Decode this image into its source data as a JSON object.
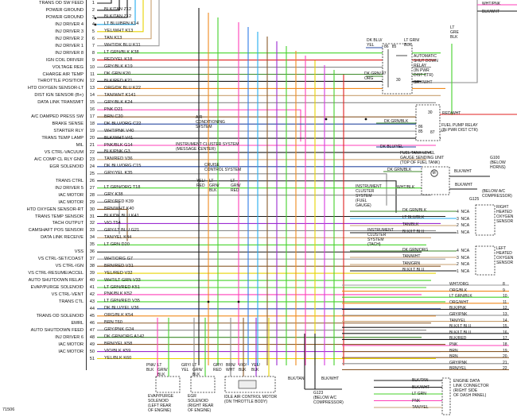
{
  "figure_id": "71506",
  "pins": [
    {
      "pin": "1",
      "signal": "TRANS OD SW FEED",
      "wire": "",
      "route": "T"
    },
    {
      "pin": "2",
      "signal": "POWER GROUND",
      "wire": "BLK/TAN  Z12",
      "route": "T"
    },
    {
      "pin": "3",
      "signal": "POWER GROUND",
      "wire": "BLK/TAN  Z12",
      "route": "T"
    },
    {
      "pin": "4",
      "signal": "INJ DRIVER 4",
      "wire": "LT BLU/BRN  K14",
      "route": "T"
    },
    {
      "pin": "5",
      "signal": "INJ DRIVER 3",
      "wire": "YEL/WHT  K13",
      "route": "T"
    },
    {
      "pin": "6",
      "signal": "INJ DRIVER 2",
      "wire": "TAN  K13",
      "route": "T"
    },
    {
      "pin": "7",
      "signal": "INJ DRIVER 1",
      "wire": "WHT/DK BLU  K11",
      "route": "T"
    },
    {
      "pin": "8",
      "signal": "INJ DRIVER 8",
      "wire": "LT GRN/BLK  K38",
      "route": "R"
    },
    {
      "pin": "9",
      "signal": "IGN COIL DRIVER",
      "wire": "RED/YEL  K18",
      "route": "R"
    },
    {
      "pin": "10",
      "signal": "VOLTAGE REG",
      "wire": "GRY/BLK  K19",
      "route": "R"
    },
    {
      "pin": "11",
      "signal": "CHARGE AIR TEMP",
      "wire": "DK GRN  K20",
      "route": "R"
    },
    {
      "pin": "12",
      "signal": "THROTTLE POSITION",
      "wire": "BLK/RED  K21",
      "route": "R"
    },
    {
      "pin": "13",
      "signal": "HTD OXYGEN SENSOR-LT",
      "wire": "ORG/DK BLU  K22",
      "route": "R"
    },
    {
      "pin": "14",
      "signal": "DIST IGN SENSOR (B+)",
      "wire": "TAN/WHT  K141",
      "route": "R"
    },
    {
      "pin": "15",
      "signal": "DATA LINK TRANSMIT",
      "wire": "GRY/BLK  K24",
      "route": "R"
    },
    {
      "pin": "16",
      "signal": "",
      "wire": "PNK  D21",
      "route": "D"
    },
    {
      "pin": "17",
      "signal": "A/C DAMPED PRESS SW",
      "wire": "BRN  C20",
      "route": "R"
    },
    {
      "pin": "18",
      "signal": "BRAKE SENSE",
      "wire": "DK BLU/ORG  C22",
      "route": "R"
    },
    {
      "pin": "19",
      "signal": "STARTER RLY",
      "wire": "WHT/PNK  V40",
      "route": "R"
    },
    {
      "pin": "20",
      "signal": "TRANS TEMP LAMP",
      "wire": "BLK/WHT  V41",
      "route": "R"
    },
    {
      "pin": "21",
      "signal": "MIL",
      "wire": "PNK/BLK  G14",
      "route": "R"
    },
    {
      "pin": "22",
      "signal": "VS CTRL-VACUUM",
      "wire": "BLK/PNK  G3",
      "route": "R"
    },
    {
      "pin": "23",
      "signal": "A/C COMP CL RLY GND",
      "wire": "TAN/RED  V36",
      "route": "R"
    },
    {
      "pin": "24",
      "signal": "EGR SOLENOID",
      "wire": "DK BLU/ORG  C15",
      "route": "R"
    },
    {
      "pin": "25",
      "signal": "",
      "wire": "GRY/YEL  K35",
      "route": "D"
    },
    {
      "pin": "26",
      "signal": "TRANS CTRL",
      "wire": "",
      "route": "D"
    },
    {
      "pin": "27",
      "signal": "INJ DRIVER 5",
      "wire": "LT GRN/ORG  T18",
      "route": "R"
    },
    {
      "pin": "28",
      "signal": "IAC MOTOR",
      "wire": "GRY  K38",
      "route": "R"
    },
    {
      "pin": "29",
      "signal": "IAC MOTOR",
      "wire": "GRY/RED  K39",
      "route": "D"
    },
    {
      "pin": "30",
      "signal": "HTD OXYGEN SENSOR-RT",
      "wire": "BRN/WHT  K40",
      "route": "D"
    },
    {
      "pin": "31",
      "signal": "TRANS TEMP SENSOR",
      "wire": "BLK/DK BLU  K41",
      "route": "R"
    },
    {
      "pin": "32",
      "signal": "TACH OUTPUT",
      "wire": "VIO  T54",
      "route": "R"
    },
    {
      "pin": "33",
      "signal": "CAMSHAFT POS SENSOR",
      "wire": "GRY/LT BLU  G21",
      "route": "R"
    },
    {
      "pin": "34",
      "signal": "DATA LINK RECEIVE",
      "wire": "TAN/YEL  K44",
      "route": "R"
    },
    {
      "pin": "35",
      "signal": "",
      "wire": "LT GRN  D20",
      "route": "R"
    },
    {
      "pin": "36",
      "signal": "VSS",
      "wire": "",
      "route": "R"
    },
    {
      "pin": "37",
      "signal": "VS CTRL-SET/COAST",
      "wire": "WHT/ORG  G7",
      "route": "R"
    },
    {
      "pin": "38",
      "signal": "VS CTRL-IGN",
      "wire": "BRN/RED  V31",
      "route": "R"
    },
    {
      "pin": "39",
      "signal": "VS CTRL-RESUME/ACCEL",
      "wire": "YEL/RED  V32",
      "route": "R"
    },
    {
      "pin": "40",
      "signal": "AUTO SHUTDOWN RELAY",
      "wire": "WHT/LT GRN  V33",
      "route": "R"
    },
    {
      "pin": "41",
      "signal": "EVAP/PURGE SOLENOID",
      "wire": "LT GRN/RED  K51",
      "route": "R"
    },
    {
      "pin": "42",
      "signal": "VS CTRL-VENT",
      "wire": "PNK/BLK  K52",
      "route": "R"
    },
    {
      "pin": "43",
      "signal": "TRANS CTL",
      "wire": "LT GRN/RED  V35",
      "route": "R"
    },
    {
      "pin": "44",
      "signal": "",
      "wire": "DK BLU/YEL  V36",
      "route": "R"
    },
    {
      "pin": "45",
      "signal": "TRANS OD SOLENOID",
      "wire": "ORG/BLK  K54",
      "route": "R"
    },
    {
      "pin": "46",
      "signal": "EMRL",
      "wire": "BRN  T60",
      "route": "R"
    },
    {
      "pin": "47",
      "signal": "AUTO SHUTDOWN FEED",
      "wire": "GRY/PNK  G24",
      "route": "R"
    },
    {
      "pin": "48",
      "signal": "INJ DRIVER 6",
      "wire": "DK GRN/ORG  A142",
      "route": "R"
    },
    {
      "pin": "49",
      "signal": "IAC MOTOR",
      "wire": "BRN/YEL  K58",
      "route": "R"
    },
    {
      "pin": "50",
      "signal": "IAC MOTOR",
      "wire": "VIO/BLK  K59",
      "route": "R"
    },
    {
      "pin": "51",
      "signal": "",
      "wire": "YEL/BLK  K60",
      "route": "R"
    }
  ],
  "components": {
    "asd_relay": {
      "label": "AUTOMATIC\nSHUT DOWN\nRELAY\n(IN PWR\nDIST CTR)",
      "pins": [
        "86",
        "85",
        "87",
        "87A",
        "30"
      ]
    },
    "fuel_pump_relay": {
      "label": "FUEL PUMP RELAY\n(IN PWR DIST CTR)",
      "pins": [
        "30",
        "86",
        "87",
        "87A",
        "85"
      ]
    },
    "fuel_level": {
      "label": "FUEL TANK LEVEL\nGAUGE SENDING UNIT\n(TOP OF FUEL TANK)",
      "motor": "M",
      "pins": [
        "4",
        "3",
        "2",
        "1"
      ]
    },
    "rt_o2": {
      "label": "RIGHT\nHEATED\nOXYGEN\nSENSOR",
      "pins": [
        "4  NCA",
        "3  NCA",
        "2  NCA",
        "1  NCA"
      ]
    },
    "lt_o2": {
      "label": "LEFT\nHEATED\nOXYGEN\nSENSOR",
      "pins": [
        "4  NCA",
        "3  NCA",
        "2  NCA",
        "1  NCA"
      ]
    },
    "instrument_cluster_fuel": "INSTRUMENT\nCLUSTER\nSYSTEM\n(FUEL\nGAUGE)",
    "instrument_cluster_tach": "INSTRUMENT\nCLUSTER\nSYSTEM\n(TACH)",
    "instrument_cluster_msg": "INSTRUMENT CLUSTER SYSTEM\n(MESSAGE CENTER)",
    "ac_system": "AIR\nCONDITIONING\nSYSTEM",
    "cruise": "CRUISE\nCONTROL SYSTEM",
    "g100": "G100\n(BELOW\nHORNS)",
    "g125": "G125",
    "g123": "G123\n(BELOW A/C\nCOMPRESSOR)",
    "g101": "(BELOW A/C\nCOMPRESSOR)",
    "evap": "EVAP/PURGE\nSOLENOID\n(LEFT REAR\nOF ENGINE)",
    "egr": "EGR\nSOLENOID\n(RIGHT REAR\nOF ENGINE)",
    "iac": "IDLE AIR CONTROL MOTOR\n(ON THROTTLE BODY)",
    "dlc": "ENGINE DATA\nLINK CONNECTOR\n(RIGHT SIDE\nOF DASH PANEL)"
  },
  "relay_wires": {
    "asd_left": [
      "DK BLU/\nYEL",
      "DK GRN/\nORG",
      "LT GRN/\nBLK"
    ],
    "asd_right": [
      "LT GRN/\nBLK",
      "LT\nGRE\nBLK",
      "GRY/WHT"
    ],
    "top_right": [
      "WHT/PNK",
      "BLK/WHT"
    ],
    "fp_wires": [
      "RED/WHT",
      "DK GRN/BLK",
      "DK BLU/YEL",
      "DK GRN/BLK",
      "BLK/WHT",
      "BLK/WHT",
      "WHT/BLK",
      "BLK/WHT"
    ],
    "o2_wires": [
      "DK GRN/BLK",
      "LT BLU/BLK",
      "TAN/BLK",
      "BLK/LT BLU",
      "DK GRN/ORG",
      "TAN/WHT",
      "TAN/GRN",
      "BLK/LT BLU"
    ]
  },
  "right_edge": [
    {
      "num": "8",
      "wire": "WHT/ORG"
    },
    {
      "num": "9",
      "wire": "ORG/BLK"
    },
    {
      "num": "10",
      "wire": "LT GRN/BLK"
    },
    {
      "num": "11",
      "wire": "ORG/WHT"
    },
    {
      "num": "12",
      "wire": "BLK/PNK"
    },
    {
      "num": "13",
      "wire": "GRY/PNK"
    },
    {
      "num": "14",
      "wire": "TAN/YEL"
    },
    {
      "num": "15",
      "wire": "BLK/LT BLU"
    },
    {
      "num": "16",
      "wire": "BLK/LT BLU"
    },
    {
      "num": "17",
      "wire": "BLK/RED"
    },
    {
      "num": "18",
      "wire": "PNK"
    },
    {
      "num": "19",
      "wire": "BRN"
    },
    {
      "num": "20",
      "wire": "BRN"
    },
    {
      "num": "21",
      "wire": "GRY/PNK"
    },
    {
      "num": "22",
      "wire": "BRN/YEL"
    }
  ],
  "bottom_wires": {
    "evap": [
      "PNK/\nBLK",
      "LT\nGRN/\nBLK"
    ],
    "egr": [
      "GRY/\nYEL",
      "LT\nGRN/\nBLK"
    ],
    "iac": [
      "GRY/\nRED",
      "BRN/\nWHT",
      "VIO/\nBLK",
      "YEL/\nBLK"
    ],
    "g123_wires": [
      "BLK/TAN",
      "BLK/WHT"
    ],
    "dlc": [
      "BLK/TAN",
      "BLK/WHT",
      "LT GRN",
      "PNK",
      "TAN/YEL"
    ]
  },
  "colors": {
    "blk": "#1a1a1a",
    "org": "#f08a1c",
    "grn": "#3c8a2a",
    "ltgrn": "#44d22a",
    "ltblu": "#22aef0",
    "dkblu": "#2a4aa0",
    "blu": "#2f7be6",
    "pnk": "#ff3fb8",
    "vio": "#9b2bd1",
    "red": "#e02020",
    "gry": "#8a8a8a",
    "yel": "#e8d300",
    "brn": "#8a5a2a",
    "tan": "#c8a070",
    "mag": "#d43ae0"
  }
}
